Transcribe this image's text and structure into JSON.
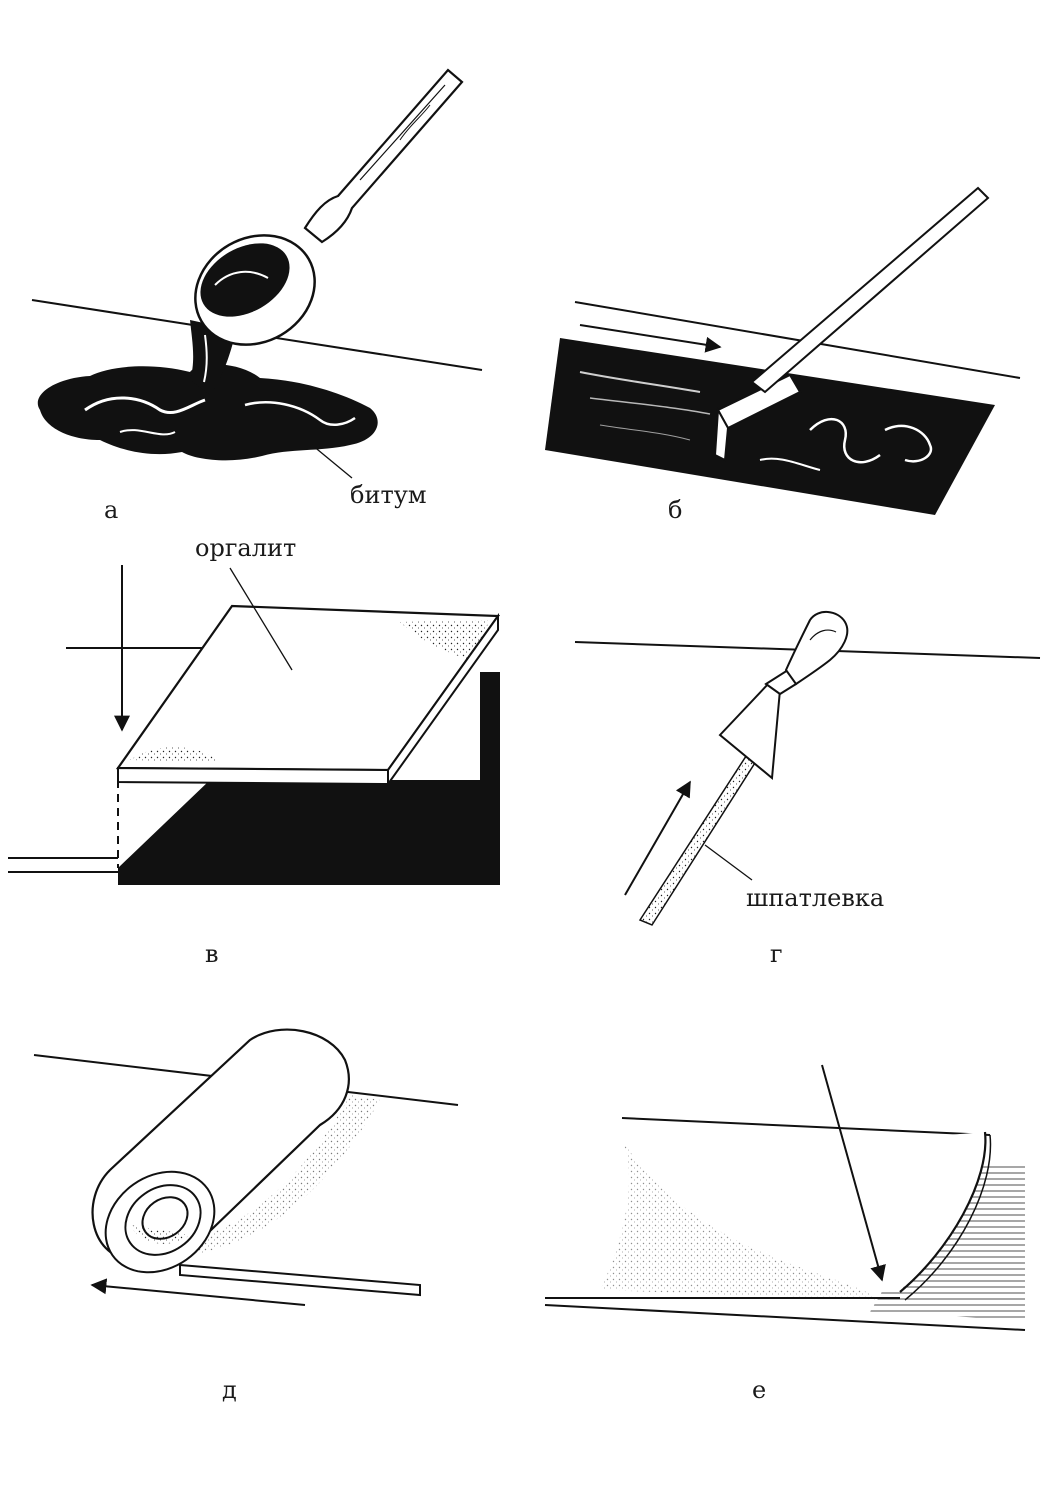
{
  "panels": [
    {
      "letter": "а",
      "annotation": "битум"
    },
    {
      "letter": "б",
      "annotation": ""
    },
    {
      "letter": "в",
      "annotation": "оргалит"
    },
    {
      "letter": "г",
      "annotation": "шпатлевка"
    },
    {
      "letter": "д",
      "annotation": ""
    },
    {
      "letter": "е",
      "annotation": ""
    }
  ],
  "colors": {
    "ink": "#111111",
    "paper": "#ffffff"
  }
}
